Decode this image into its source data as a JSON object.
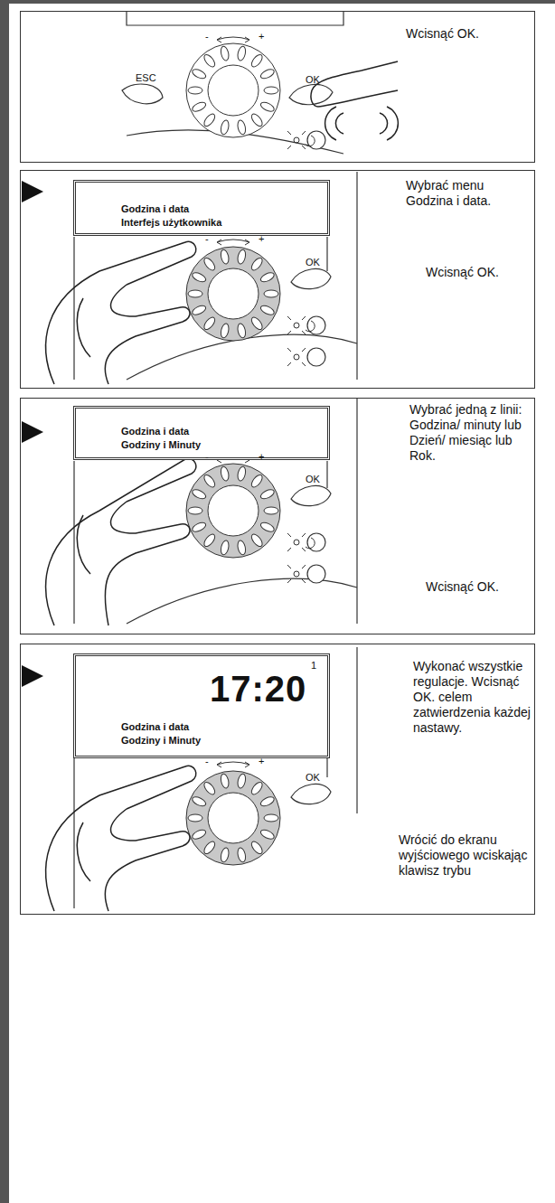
{
  "diagram": {
    "nodes": [
      {
        "text": [
          "Wcisnąć OK."
        ]
      },
      {
        "text": [
          "Wybrać menu Godzina i data.",
          "Wcisnąć OK."
        ]
      },
      {
        "text": [
          "Godzina i data",
          "Interfejs użytkownika"
        ],
        "in": 1
      },
      {
        "text": [
          "Wybrać jedną z linii: Godzina/ minuty lub Dzień/ miesiąc lub Rok.",
          "Wcisnąć OK."
        ]
      },
      {
        "text": [
          "Godzina i data",
          "Godziny i Minuty"
        ],
        "in": 3
      },
      {
        "text": [
          "Wykonać wszystkie regulacje. Wcisnąć OK. celem zatwierdzenia każdej nastawy.",
          "Wrócić do ekranu wyjściowego wciskając klawisz trybu"
        ]
      },
      {
        "text": [
          "17:20",
          "Godzina i data",
          "Godziny i Minuty"
        ],
        "in": 5
      }
    ],
    "labels": [
      "ESC",
      "-",
      "+",
      "OK",
      "-",
      "+",
      "OK",
      "-",
      "+",
      "OK",
      "-",
      "+",
      "OK",
      "1"
    ]
  }
}
